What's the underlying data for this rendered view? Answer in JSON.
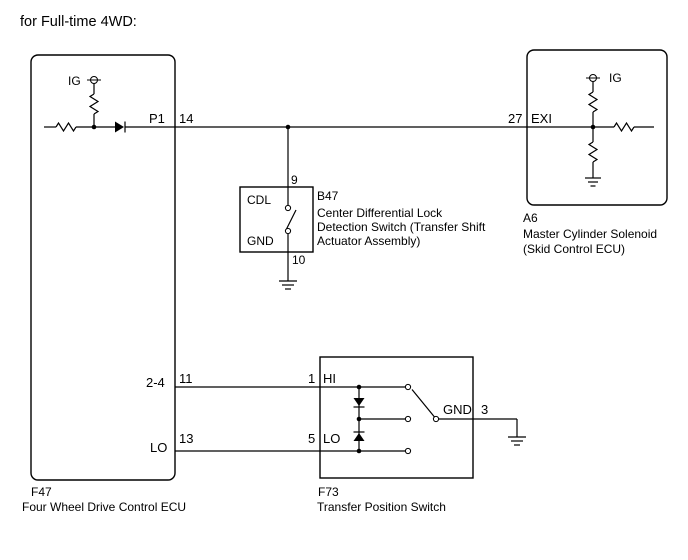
{
  "title": "for Full-time 4WD:",
  "ecu": {
    "code": "F47",
    "name": "Four Wheel Drive Control ECU",
    "ig_label": "IG",
    "terminals": [
      {
        "label": "P1",
        "pin": "14"
      },
      {
        "label": "2-4",
        "pin": "11"
      },
      {
        "label": "LO",
        "pin": "13"
      }
    ]
  },
  "switch_b47": {
    "code": "B47",
    "name_lines": [
      "Center Differential Lock",
      "Detection Switch (Transfer Shift",
      "Actuator Assembly)"
    ],
    "cdl_label": "CDL",
    "gnd_label": "GND",
    "pin_top": "9",
    "pin_bottom": "10"
  },
  "solenoid_a6": {
    "code": "A6",
    "name_lines": [
      "Master Cylinder Solenoid",
      "(Skid Control ECU)"
    ],
    "ig_label": "IG",
    "terminal_label": "EXI",
    "pin": "27"
  },
  "switch_f73": {
    "code": "F73",
    "name": "Transfer Position Switch",
    "hi_label": "HI",
    "lo_label": "LO",
    "gnd_label": "GND",
    "pin_hi": "1",
    "pin_lo": "5",
    "pin_gnd": "3"
  }
}
